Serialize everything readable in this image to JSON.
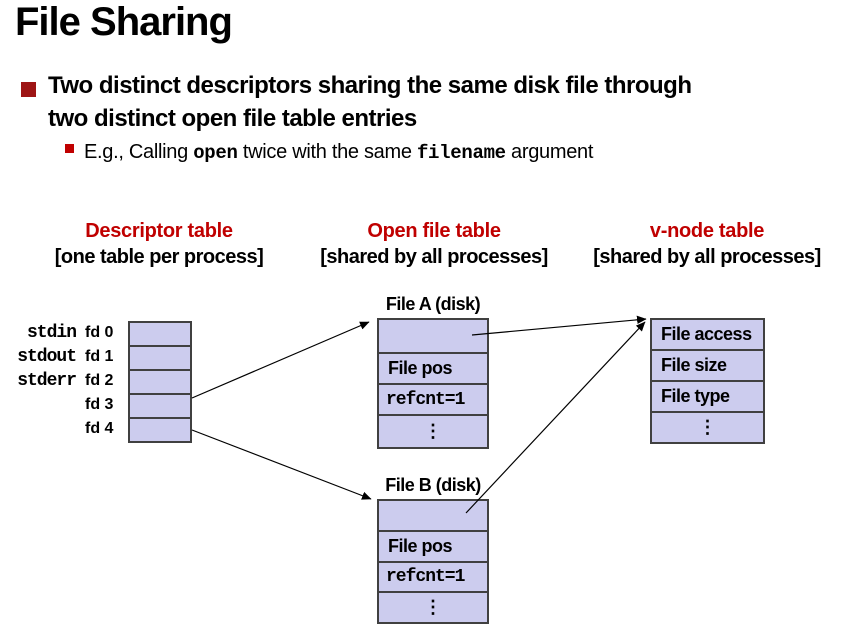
{
  "title": "File Sharing",
  "bullet": {
    "line1": "Two distinct descriptors sharing the same disk file through",
    "line2": "two distinct open file table entries",
    "sub": {
      "prefix": "E.g., Calling ",
      "code1": "open",
      "mid": " twice with the same ",
      "code2": "filename",
      "suffix": " argument"
    }
  },
  "columns": {
    "descriptor": {
      "title": "Descriptor table",
      "subtitle": "[one table per process]"
    },
    "open_file": {
      "title": "Open file table",
      "subtitle": "[shared by all processes]"
    },
    "vnode": {
      "title": "v-node table",
      "subtitle": "[shared by all processes]"
    }
  },
  "descriptor_table": {
    "streams": [
      "stdin",
      "stdout",
      "stderr"
    ],
    "fds": [
      "fd 0",
      "fd 1",
      "fd 2",
      "fd 3",
      "fd 4"
    ]
  },
  "file_a": {
    "caption": "File A (disk)",
    "rows": {
      "pos": "File pos",
      "refcnt": "refcnt=1",
      "ellipsis": "⋮"
    }
  },
  "file_b": {
    "caption": "File B (disk)",
    "rows": {
      "pos": "File pos",
      "refcnt": "refcnt=1",
      "ellipsis": "⋮"
    }
  },
  "vnode_table": {
    "rows": [
      "File access",
      "File size",
      "File type",
      "⋮"
    ]
  },
  "colors": {
    "accent_red": "#c00000",
    "bullet_dark_red": "#9e1515",
    "cell_fill": "#ccccee",
    "cell_border": "#404040",
    "text": "#000000"
  }
}
